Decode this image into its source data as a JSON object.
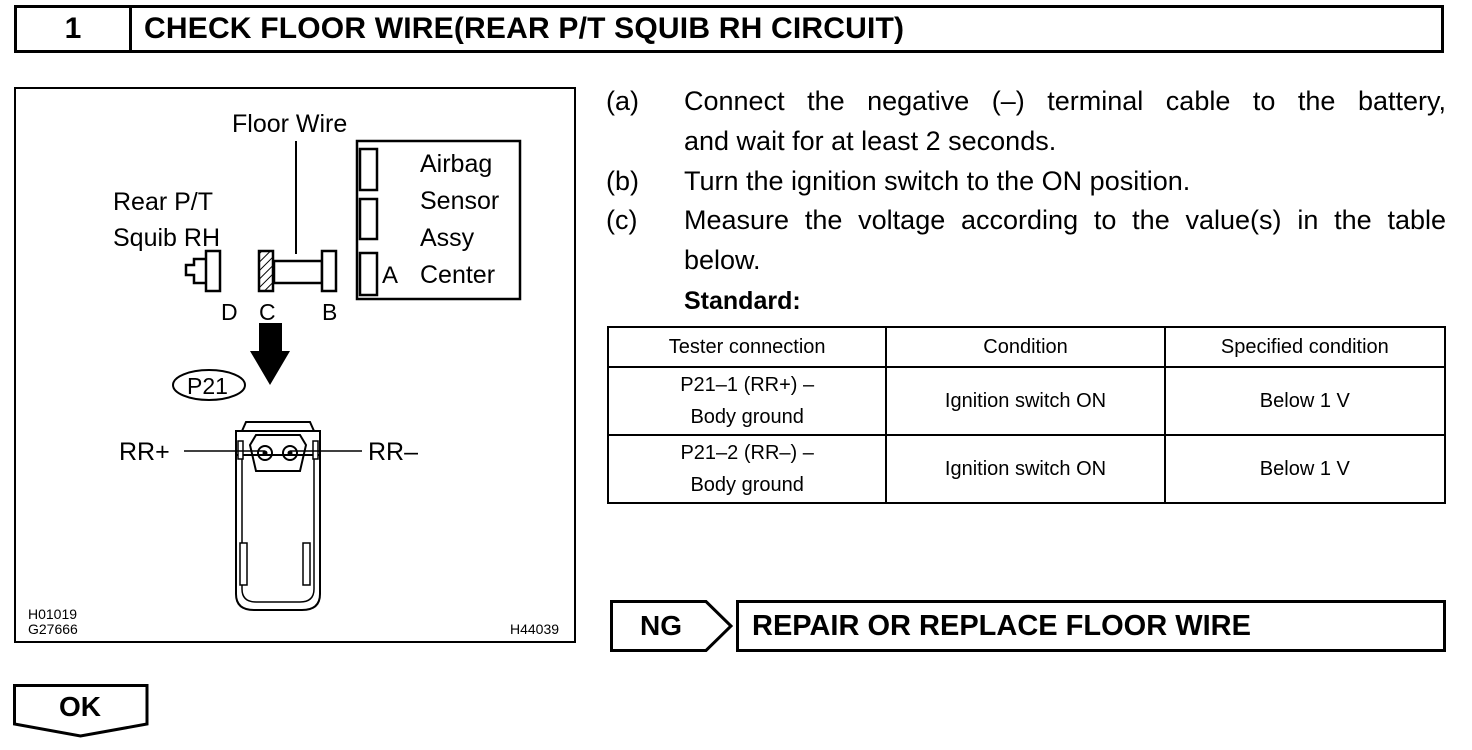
{
  "header": {
    "step_number": "1",
    "title": "CHECK FLOOR WIRE(REAR P/T SQUIB RH CIRCUIT)"
  },
  "figure": {
    "floor_wire_label": "Floor Wire",
    "rear_squib_label_line1": "Rear P/T",
    "rear_squib_label_line2": "Squib RH",
    "airbag_line1": "Airbag",
    "airbag_line2": "Sensor",
    "airbag_line3": "Assy",
    "airbag_line4": "Center",
    "terminal_a": "A",
    "terminal_b": "B",
    "terminal_c": "C",
    "terminal_d": "D",
    "connector_id": "P21",
    "rr_plus": "RR+",
    "rr_minus": "RR–",
    "code_1": "H01019",
    "code_2": "G27666",
    "code_3": "H44039"
  },
  "steps": [
    {
      "label": "(a)",
      "text_line1": "Connect the negative (–) terminal cable to the battery,",
      "text_line2": "and wait for at least 2 seconds."
    },
    {
      "label": "(b)",
      "text_line1": "Turn the ignition switch to the ON position."
    },
    {
      "label": "(c)",
      "text_line1": "Measure the voltage according to the value(s) in the table",
      "text_line2": "below."
    }
  ],
  "standard_label": "Standard:",
  "table": {
    "headers": [
      "Tester connection",
      "Condition",
      "Specified condition"
    ],
    "rows": [
      {
        "conn_line1": "P21–1 (RR+) –",
        "conn_line2": "Body ground",
        "condition": "Ignition switch ON",
        "spec": "Below 1 V"
      },
      {
        "conn_line1": "P21–2 (RR–) –",
        "conn_line2": "Body ground",
        "condition": "Ignition switch ON",
        "spec": "Below 1 V"
      }
    ]
  },
  "ng": {
    "label": "NG",
    "action": "REPAIR OR REPLACE FLOOR WIRE"
  },
  "ok": {
    "label": "OK"
  }
}
